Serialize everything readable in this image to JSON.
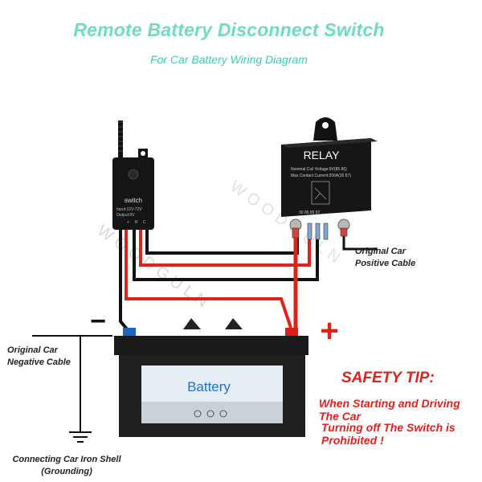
{
  "header": {
    "title": "Remote Battery Disconnect Switch",
    "subtitle": "For Car Battery Wiring Diagram"
  },
  "switch_module": {
    "label": "switch",
    "spec_input": "Input:12V-72V",
    "spec_output": "Output:9V",
    "pins": [
      "+",
      "R",
      "C"
    ]
  },
  "relay": {
    "label": "RELAY",
    "spec_coil": "Nominal Coil Voltage:9V(85 86)",
    "spec_contact": "Max Contact Current:200A(30 87)",
    "terminals": "30 86      85 87"
  },
  "battery": {
    "label": "Battery",
    "negative_symbol": "−",
    "positive_symbol": "+"
  },
  "labels": {
    "positive_cable": [
      "Original Car",
      "Positive Cable"
    ],
    "negative_cable": [
      "Original Car",
      "Negative Cable"
    ],
    "ground": [
      "Connecting Car Iron Shell",
      "(Grounding)"
    ]
  },
  "safety": {
    "title": "SAFETY TIP:",
    "line1": "When Starting and Driving The Car",
    "line2": "Turning off The Switch is Prohibited !"
  },
  "watermark": "WOODGULN",
  "colors": {
    "title": "#6fdcc0",
    "wire_red": "#e0221d",
    "wire_black": "#111111",
    "battery_label": "#1f6fd1",
    "safety_text": "#e0221d"
  }
}
